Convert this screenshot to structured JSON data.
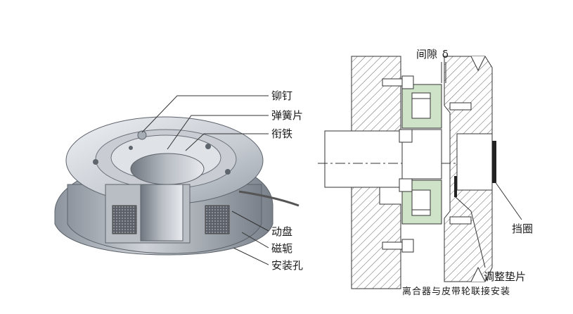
{
  "left_diagram": {
    "labels": {
      "rivet": "铆钉",
      "spring_plate": "弹簧片",
      "armature": "衔铁",
      "moving_disc": "动盘",
      "yoke": "磁轭",
      "mounting_hole": "安装孔"
    }
  },
  "right_diagram": {
    "labels": {
      "gap": "间隙",
      "gap_symbol": "δ",
      "retaining_ring": "挡圈",
      "shim": "调整垫片"
    },
    "caption": "离合器与皮带轮联接安装"
  },
  "colors": {
    "metal_light": "#d9dde3",
    "metal_mid": "#b4bac3",
    "metal_dark": "#7d848e",
    "coil_green": "#cfe3c8",
    "hatch": "#555555"
  }
}
